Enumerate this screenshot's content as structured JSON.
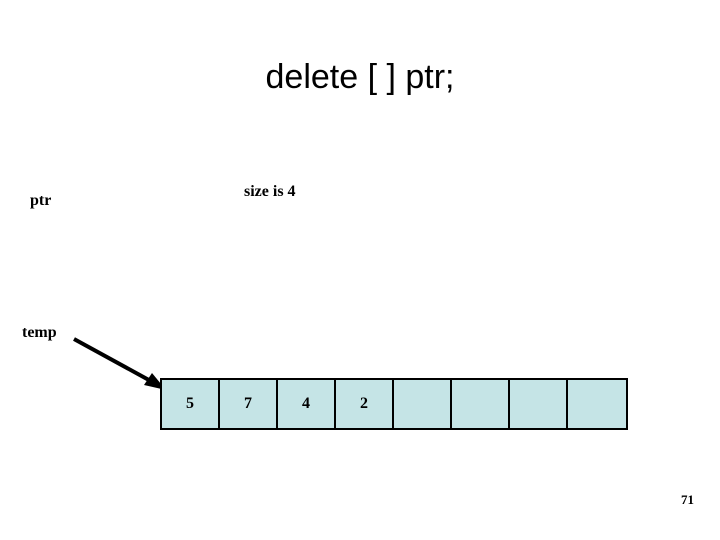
{
  "slide": {
    "title": "delete [ ] ptr;",
    "labels": {
      "ptr": "ptr",
      "size": "size is 4",
      "temp": "temp"
    },
    "array": {
      "cells": [
        "5",
        "7",
        "4",
        "2",
        "",
        "",
        "",
        ""
      ],
      "fill_color": "#c5e4e6",
      "border_color": "#000000"
    },
    "page_number": "71"
  }
}
